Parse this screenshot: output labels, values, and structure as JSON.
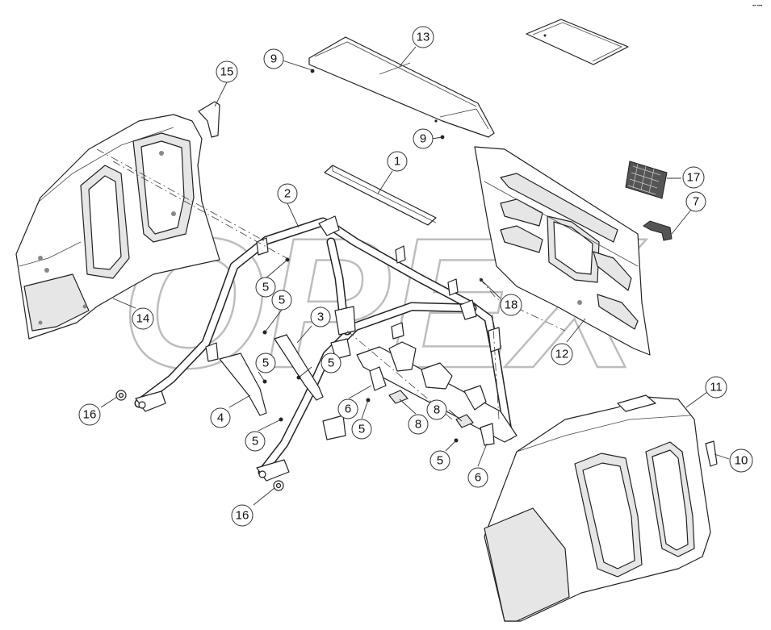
{
  "watermark": {
    "text": "OPEX"
  },
  "corner_mark": "•• •••",
  "callouts": [
    {
      "label": "1"
    },
    {
      "label": "2"
    },
    {
      "label": "3"
    },
    {
      "label": "4"
    },
    {
      "label": "5"
    },
    {
      "label": "5"
    },
    {
      "label": "5"
    },
    {
      "label": "5"
    },
    {
      "label": "5"
    },
    {
      "label": "5"
    },
    {
      "label": "6"
    },
    {
      "label": "6"
    },
    {
      "label": "7"
    },
    {
      "label": "8"
    },
    {
      "label": "8"
    },
    {
      "label": "9"
    },
    {
      "label": "9"
    },
    {
      "label": "10"
    },
    {
      "label": "11"
    },
    {
      "label": "12"
    },
    {
      "label": "13"
    },
    {
      "label": "14"
    },
    {
      "label": "15"
    },
    {
      "label": "16"
    },
    {
      "label": "16"
    },
    {
      "label": "17"
    },
    {
      "label": "18"
    }
  ]
}
